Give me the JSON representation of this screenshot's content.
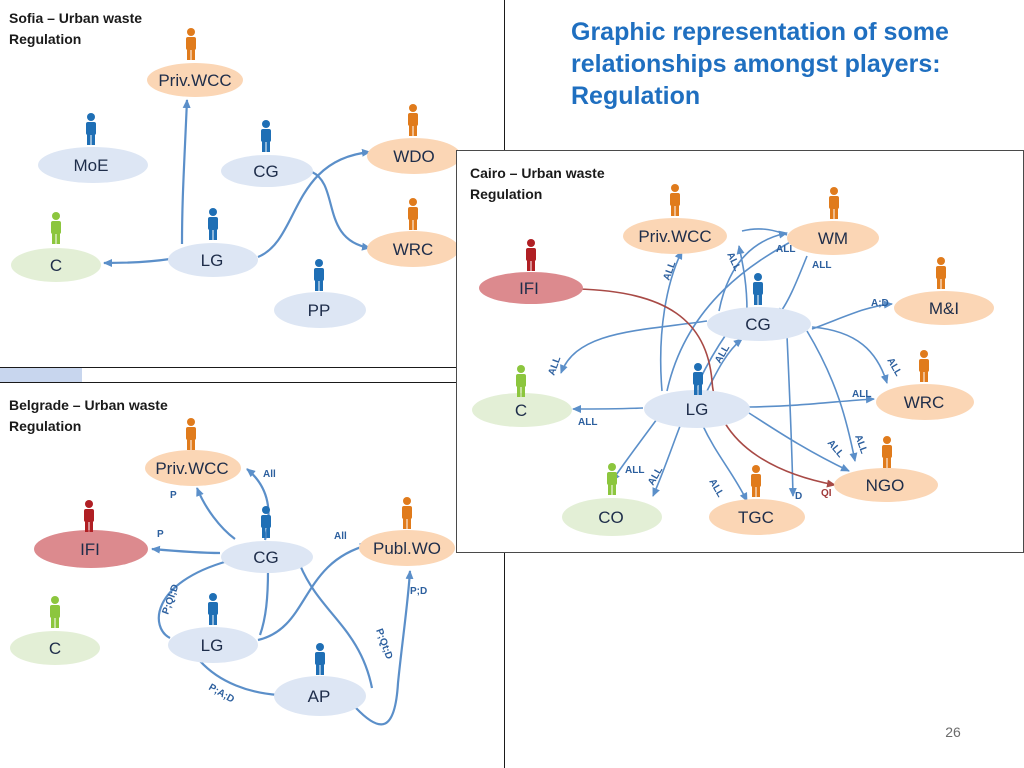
{
  "slide": {
    "title_line1": "Graphic representation of some",
    "title_line2": "relationships amongst players:",
    "title_line3": "Regulation",
    "page_number": "26"
  },
  "colors": {
    "title": "#1f6fc0",
    "node_blue": "#dde6f4",
    "node_orange": "#fbd6b5",
    "node_red": "#dc8a8e",
    "node_green": "#e3efd6",
    "person_blue": "#1f6fb5",
    "person_orange": "#e07b1c",
    "person_green": "#8cc63e",
    "person_red": "#b01f24",
    "edge": "#5b8fc9",
    "edge_red": "#a84a46"
  },
  "sofia": {
    "title_line1": "Sofia – Urban waste",
    "title_line2": "Regulation",
    "nodes": {
      "privwcc": "Priv.WCC",
      "moe": "MoE",
      "cg": "CG",
      "wdo": "WDO",
      "c": "C",
      "lg": "LG",
      "wrc": "WRC",
      "pp": "PP"
    }
  },
  "belgrade": {
    "title_line1": "Belgrade – Urban waste",
    "title_line2": "Regulation",
    "nodes": {
      "privwcc": "Priv.WCC",
      "ifi": "IFI",
      "cg": "CG",
      "publwo": "Publ.WO",
      "c": "C",
      "lg": "LG",
      "ap": "AP"
    },
    "edge_labels": {
      "all1": "All",
      "p1": "P",
      "p2": "P",
      "all2": "All",
      "pqid": "P;QI;D",
      "pd": "P;D",
      "pqtd": "P;Qt;D",
      "pad": "P;A;D"
    }
  },
  "cairo": {
    "title_line1": "Cairo – Urban waste",
    "title_line2": "Regulation",
    "nodes": {
      "privwcc": "Priv.WCC",
      "wm": "WM",
      "ifi": "IFI",
      "mi": "M&I",
      "cg": "CG",
      "c": "C",
      "lg": "LG",
      "wrc": "WRC",
      "ngo": "NGO",
      "co": "CO",
      "tgc": "TGC"
    },
    "edge_labels": {
      "l1": "ALL",
      "l2": "ALL",
      "l3": "ALL",
      "l4": "ALL",
      "l5": "A;D",
      "l6": "ALL",
      "l7": "ALL",
      "l8": "ALL",
      "l9": "ALL",
      "l10": "ALL",
      "l11": "ALL",
      "l12": "ALL",
      "l13": "ALL",
      "l14": "ALL",
      "l15": "ALL",
      "l16": "D",
      "l17": "QI"
    }
  }
}
